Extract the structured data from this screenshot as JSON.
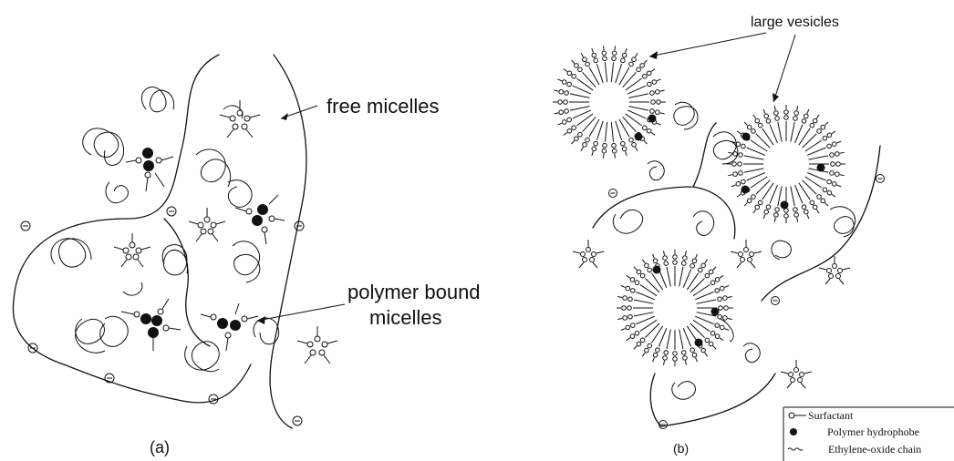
{
  "panel_a": {
    "label": "(a)",
    "annotations": {
      "free_micelles": "free micelles",
      "polymer_bound_line1": "polymer bound",
      "polymer_bound_line2": "micelles"
    }
  },
  "panel_b": {
    "label": "(b)",
    "annotations": {
      "large_vesicles": "large vesicles"
    },
    "legend": [
      {
        "symbol": "surfactant",
        "text": "Surfactant"
      },
      {
        "symbol": "hydrophobe",
        "text": "Polymer hydrophobe"
      },
      {
        "symbol": "eo-chain",
        "text": "Ethylene-oxide chain"
      }
    ]
  },
  "colors": {
    "ink": "#111111",
    "background": "#ffffff"
  }
}
